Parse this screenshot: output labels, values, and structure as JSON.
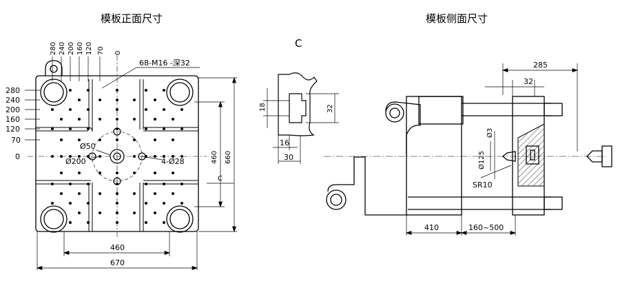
{
  "front_view": {
    "title": "模板正面尺寸",
    "left_dims": [
      "280",
      "240",
      "200",
      "160",
      "120",
      "70",
      "0"
    ],
    "top_dims": [
      "280",
      "240",
      "200",
      "160",
      "120",
      "70",
      "0"
    ],
    "thread_label": "68-M16 -深32",
    "bottom_dim_inner": "460",
    "bottom_dim_outer": "670",
    "right_dim_inner": "460",
    "right_dim_outer": "660",
    "hole_50": "Ø50",
    "hole_200": "Ø200",
    "hole_28": "4-Ø28",
    "section_mark": "C"
  },
  "detail_c": {
    "label": "C",
    "dim_18": "18",
    "dim_32": "32",
    "dim_16": "16",
    "dim_30": "30"
  },
  "side_view": {
    "title": "模板侧面尺寸",
    "dim_285": "285",
    "dim_32": "32",
    "dim_3": "Ø3",
    "dim_125": "Ø125",
    "dim_sr10": "SR10",
    "dim_410": "410",
    "dim_stroke": "160~500"
  }
}
